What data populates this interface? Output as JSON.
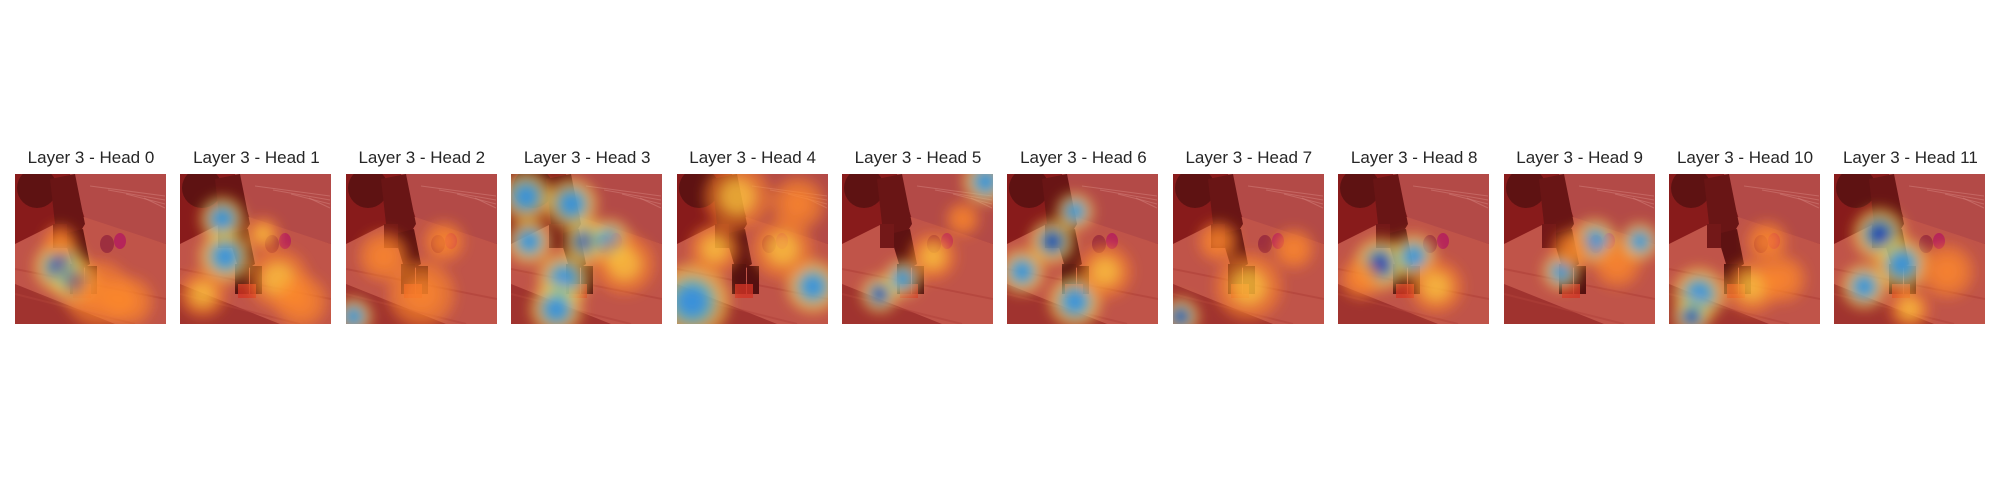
{
  "figure": {
    "panels": [
      {
        "title": "Layer 3 - Head 0",
        "spots": [
          [
            0.3,
            0.62,
            0.14,
            "cold"
          ],
          [
            0.4,
            0.72,
            0.12,
            "cold"
          ],
          [
            0.55,
            0.8,
            0.2,
            "warm"
          ],
          [
            0.75,
            0.85,
            0.15,
            "warm"
          ],
          [
            0.3,
            0.45,
            0.1,
            "warm"
          ]
        ]
      },
      {
        "title": "Layer 3 - Head 1",
        "spots": [
          [
            0.28,
            0.3,
            0.12,
            "cool"
          ],
          [
            0.3,
            0.55,
            0.14,
            "cool"
          ],
          [
            0.65,
            0.7,
            0.18,
            "hot"
          ],
          [
            0.8,
            0.85,
            0.16,
            "warm"
          ],
          [
            0.15,
            0.8,
            0.14,
            "hot"
          ],
          [
            0.55,
            0.4,
            0.1,
            "hot"
          ]
        ]
      },
      {
        "title": "Layer 3 - Head 2",
        "spots": [
          [
            0.65,
            0.45,
            0.12,
            "warm"
          ],
          [
            0.25,
            0.55,
            0.15,
            "warm"
          ],
          [
            0.05,
            0.95,
            0.1,
            "cool"
          ],
          [
            0.5,
            0.8,
            0.2,
            "warm"
          ]
        ]
      },
      {
        "title": "Layer 3 - Head 3",
        "spots": [
          [
            0.1,
            0.15,
            0.14,
            "cool"
          ],
          [
            0.4,
            0.2,
            0.14,
            "cool"
          ],
          [
            0.5,
            0.45,
            0.12,
            "cold"
          ],
          [
            0.65,
            0.45,
            0.12,
            "cool"
          ],
          [
            0.35,
            0.7,
            0.14,
            "cool"
          ],
          [
            0.3,
            0.9,
            0.14,
            "cool"
          ],
          [
            0.75,
            0.6,
            0.18,
            "hot"
          ],
          [
            0.12,
            0.45,
            0.12,
            "cool"
          ]
        ]
      },
      {
        "title": "Layer 3 - Head 4",
        "spots": [
          [
            0.1,
            0.85,
            0.2,
            "cool"
          ],
          [
            0.4,
            0.15,
            0.2,
            "hot"
          ],
          [
            0.8,
            0.2,
            0.16,
            "warm"
          ],
          [
            0.9,
            0.75,
            0.14,
            "cool"
          ],
          [
            0.7,
            0.5,
            0.18,
            "hot"
          ],
          [
            0.25,
            0.5,
            0.15,
            "hot"
          ]
        ]
      },
      {
        "title": "Layer 3 - Head 5",
        "spots": [
          [
            0.25,
            0.8,
            0.1,
            "cold"
          ],
          [
            0.95,
            0.05,
            0.12,
            "cool"
          ],
          [
            0.4,
            0.7,
            0.1,
            "cool"
          ],
          [
            0.6,
            0.55,
            0.14,
            "hot"
          ],
          [
            0.8,
            0.3,
            0.1,
            "warm"
          ]
        ]
      },
      {
        "title": "Layer 3 - Head 6",
        "spots": [
          [
            0.3,
            0.45,
            0.12,
            "cold"
          ],
          [
            0.45,
            0.25,
            0.1,
            "cool"
          ],
          [
            0.1,
            0.65,
            0.12,
            "cool"
          ],
          [
            0.45,
            0.85,
            0.14,
            "cool"
          ],
          [
            0.65,
            0.65,
            0.16,
            "hot"
          ]
        ]
      },
      {
        "title": "Layer 3 - Head 7",
        "spots": [
          [
            0.05,
            0.95,
            0.1,
            "cold"
          ],
          [
            0.5,
            0.75,
            0.2,
            "hot"
          ],
          [
            0.8,
            0.5,
            0.12,
            "warm"
          ],
          [
            0.3,
            0.45,
            0.12,
            "warm"
          ]
        ]
      },
      {
        "title": "Layer 3 - Head 8",
        "spots": [
          [
            0.28,
            0.6,
            0.14,
            "cold"
          ],
          [
            0.5,
            0.55,
            0.12,
            "cool"
          ],
          [
            0.65,
            0.75,
            0.16,
            "hot"
          ],
          [
            0.15,
            0.7,
            0.12,
            "warm"
          ]
        ]
      },
      {
        "title": "Layer 3 - Head 9",
        "spots": [
          [
            0.6,
            0.45,
            0.12,
            "cool"
          ],
          [
            0.38,
            0.65,
            0.1,
            "cool"
          ],
          [
            0.45,
            0.5,
            0.12,
            "warm"
          ],
          [
            0.75,
            0.6,
            0.14,
            "warm"
          ],
          [
            0.9,
            0.45,
            0.1,
            "cool"
          ]
        ]
      },
      {
        "title": "Layer 3 - Head 10",
        "spots": [
          [
            0.2,
            0.8,
            0.14,
            "cool"
          ],
          [
            0.15,
            0.95,
            0.1,
            "cold"
          ],
          [
            0.55,
            0.75,
            0.16,
            "hot"
          ],
          [
            0.65,
            0.45,
            0.12,
            "warm"
          ],
          [
            0.75,
            0.7,
            0.14,
            "warm"
          ]
        ]
      },
      {
        "title": "Layer 3 - Head 11",
        "spots": [
          [
            0.3,
            0.4,
            0.14,
            "cold"
          ],
          [
            0.45,
            0.6,
            0.14,
            "cool"
          ],
          [
            0.75,
            0.65,
            0.16,
            "warm"
          ],
          [
            0.2,
            0.75,
            0.12,
            "cool"
          ],
          [
            0.5,
            0.9,
            0.12,
            "hot"
          ]
        ]
      }
    ],
    "overlay_colors": {
      "base_tint": "#a32020",
      "hot": "#ffd640",
      "warm": "#ff8a2a",
      "cool": "#2f8de8",
      "cold": "#1030b8"
    }
  }
}
